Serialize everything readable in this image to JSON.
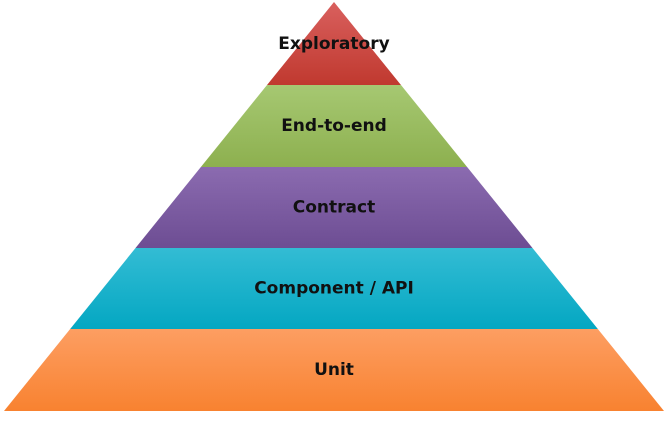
{
  "layers": [
    {
      "label": "Exploratory",
      "color_top": "#d9605e",
      "color_bottom": "#c0392f"
    },
    {
      "label": "End-to-end",
      "color_top": "#a6c872",
      "color_bottom": "#8db04f"
    },
    {
      "label": "Contract",
      "color_top": "#8b6bb0",
      "color_bottom": "#6d4d93"
    },
    {
      "label": "Component / API",
      "color_top": "#33bcd4",
      "color_bottom": "#04a7c2"
    },
    {
      "label": "Unit",
      "color_top": "#fd9e62",
      "color_bottom": "#f88230"
    }
  ]
}
